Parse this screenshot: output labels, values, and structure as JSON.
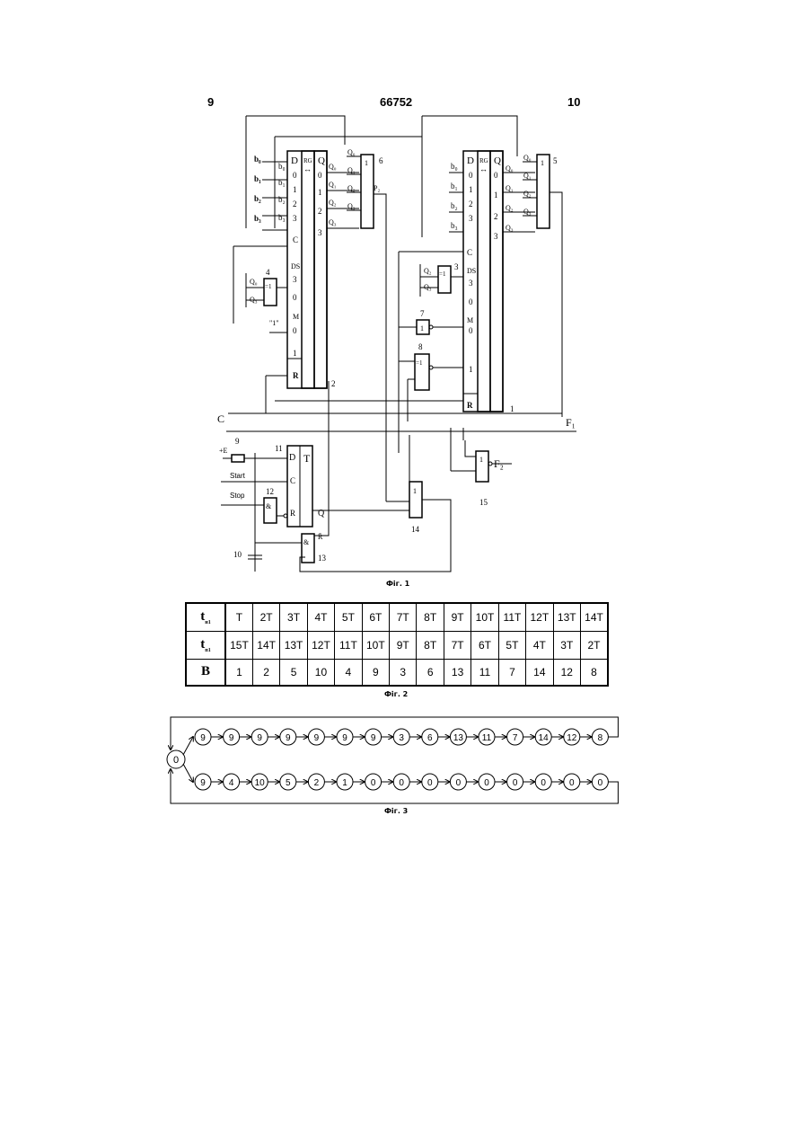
{
  "header": {
    "left_page": "9",
    "doc_number": "66752",
    "right_page": "10"
  },
  "fig1": {
    "caption": "Фіг. 1",
    "reg_left": {
      "d": "D",
      "rg": "RG",
      "q": "Q",
      "arrow": "↔",
      "in_labels": [
        "0",
        "1",
        "2",
        "3"
      ],
      "bits": [
        "b₀",
        "b₁",
        "b₂",
        "b₃"
      ],
      "bits_inner": [
        "b₀",
        "b₁",
        "b₂",
        "b₃"
      ],
      "out_labels": [
        "0",
        "1",
        "2",
        "3"
      ],
      "q_out": [
        "Q₀",
        "Q₁",
        "Q₂",
        "Q₃"
      ],
      "c": "C",
      "ds": "DS",
      "ds_val": "3",
      "zero": "0",
      "m": "M",
      "m_zero": "0",
      "m_one": "1",
      "r": "R",
      "one_str": "\"1\"",
      "num": "2"
    },
    "reg_right": {
      "d": "D",
      "rg": "RG",
      "q": "Q",
      "arrow": "↔",
      "in_labels": [
        "0",
        "1",
        "2",
        "3"
      ],
      "bits": [
        "b₀",
        "b₁",
        "b₂",
        "b₃"
      ],
      "out_labels": [
        "0",
        "1",
        "2",
        "3"
      ],
      "q_out": [
        "Q₀",
        "Q₁",
        "Q₂",
        "Q₃"
      ],
      "c": "C",
      "ds": "DS",
      "ds_val": "3",
      "zero": "0",
      "m": "M",
      "m_zero": "0",
      "m_one": "1",
      "r": "R",
      "num": "1"
    },
    "gate6": {
      "sym": "1",
      "num": "6",
      "inputs": [
        "Q₀",
        "Q₁",
        "Q₂",
        "Q₃"
      ],
      "out": "P₂"
    },
    "gate5": {
      "sym": "1",
      "num": "5",
      "inputs": [
        "Q₀",
        "Q₁",
        "Q₂",
        "Q₃"
      ]
    },
    "xor4": {
      "sym": "=1",
      "num": "4",
      "inputs": [
        "Q₀",
        "Q₃"
      ]
    },
    "xor3": {
      "sym": "=1",
      "num": "3",
      "inputs": [
        "Q₂",
        "Q₃"
      ]
    },
    "not7": {
      "sym": "1",
      "num": "7"
    },
    "xor8": {
      "sym": "=1",
      "num": "8"
    },
    "c_line": "C",
    "f1": "F₁",
    "f2": "F₂",
    "gate15": {
      "sym": "1",
      "num": "15"
    },
    "gate14": {
      "sym": "1",
      "num": "14"
    },
    "resistor": {
      "label": "+E",
      "num": "9"
    },
    "trigger": {
      "d": "D",
      "t": "T",
      "c": "C",
      "r": "R",
      "q": "Q",
      "num": "11"
    },
    "start": "Start",
    "stop": "Stop",
    "and12": {
      "sym": "&",
      "num": "12"
    },
    "and13": {
      "sym": "&",
      "num": "13",
      "rbar": "R̄"
    },
    "cap10": "10"
  },
  "fig2": {
    "caption": "Фіг. 2",
    "row1_label": "t",
    "row1_sub": "н1",
    "row2_label": "t",
    "row2_sub": "п1",
    "row3_label": "B",
    "row1": [
      "T",
      "2T",
      "3T",
      "4T",
      "5T",
      "6T",
      "7T",
      "8T",
      "9T",
      "10T",
      "11T",
      "12T",
      "13T",
      "14T"
    ],
    "row2": [
      "15T",
      "14T",
      "13T",
      "12T",
      "11T",
      "10T",
      "9T",
      "8T",
      "7T",
      "6T",
      "5T",
      "4T",
      "3T",
      "2T"
    ],
    "row3": [
      "1",
      "2",
      "5",
      "10",
      "4",
      "9",
      "3",
      "6",
      "13",
      "11",
      "7",
      "14",
      "12",
      "8"
    ]
  },
  "fig3": {
    "caption": "Фіг. 3",
    "start_node": "0",
    "top_seq": [
      "9",
      "9",
      "9",
      "9",
      "9",
      "9",
      "9",
      "3",
      "6",
      "13",
      "11",
      "7",
      "14",
      "12",
      "8"
    ],
    "bottom_seq": [
      "9",
      "4",
      "10",
      "5",
      "2",
      "1",
      "0",
      "0",
      "0",
      "0",
      "0",
      "0",
      "0",
      "0",
      "0"
    ]
  }
}
